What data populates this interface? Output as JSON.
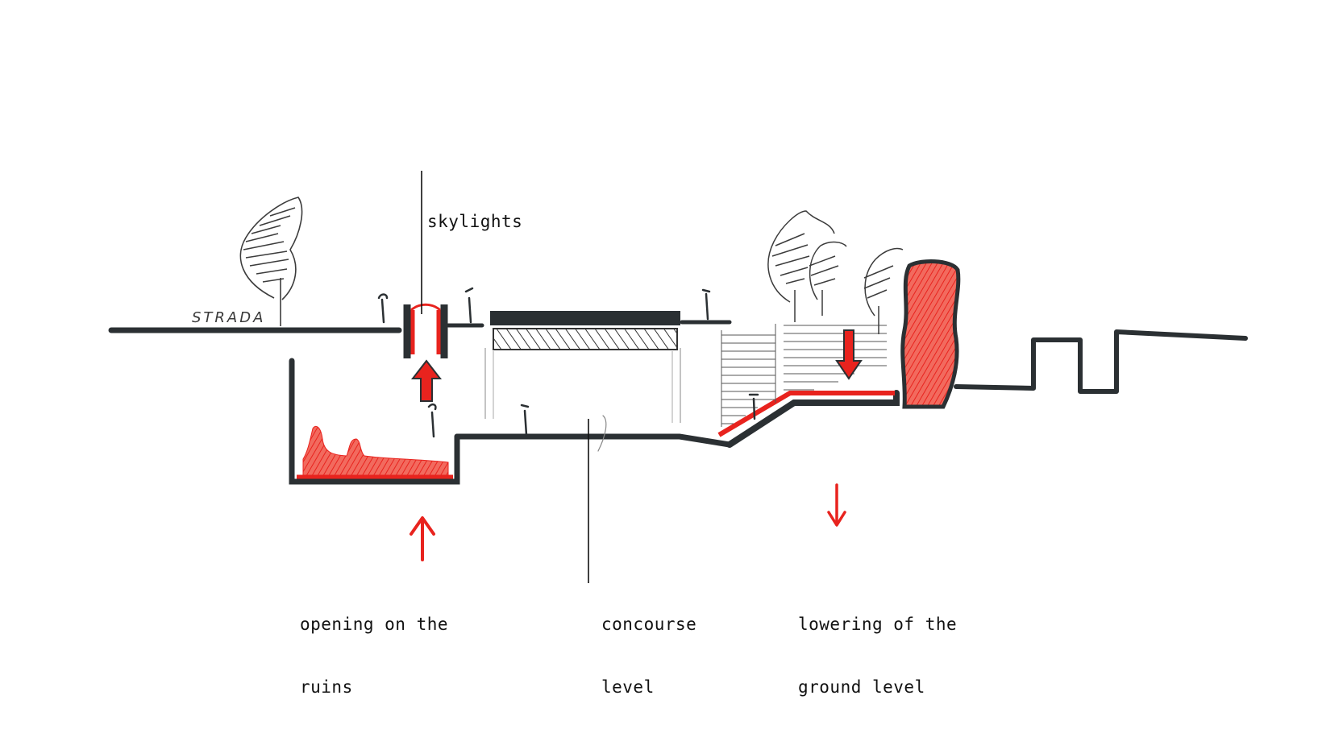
{
  "diagram": {
    "handwritten_label": "STRADA",
    "annotations": {
      "skylights": "skylights",
      "opening": [
        "opening on the",
        "ruins"
      ],
      "concourse": [
        "concourse",
        "level"
      ],
      "lowering": [
        "lowering of the",
        "ground level"
      ]
    },
    "colors": {
      "ink": "#2b3033",
      "accent": "#e8231e",
      "pencil": "#3c3c3c"
    }
  }
}
